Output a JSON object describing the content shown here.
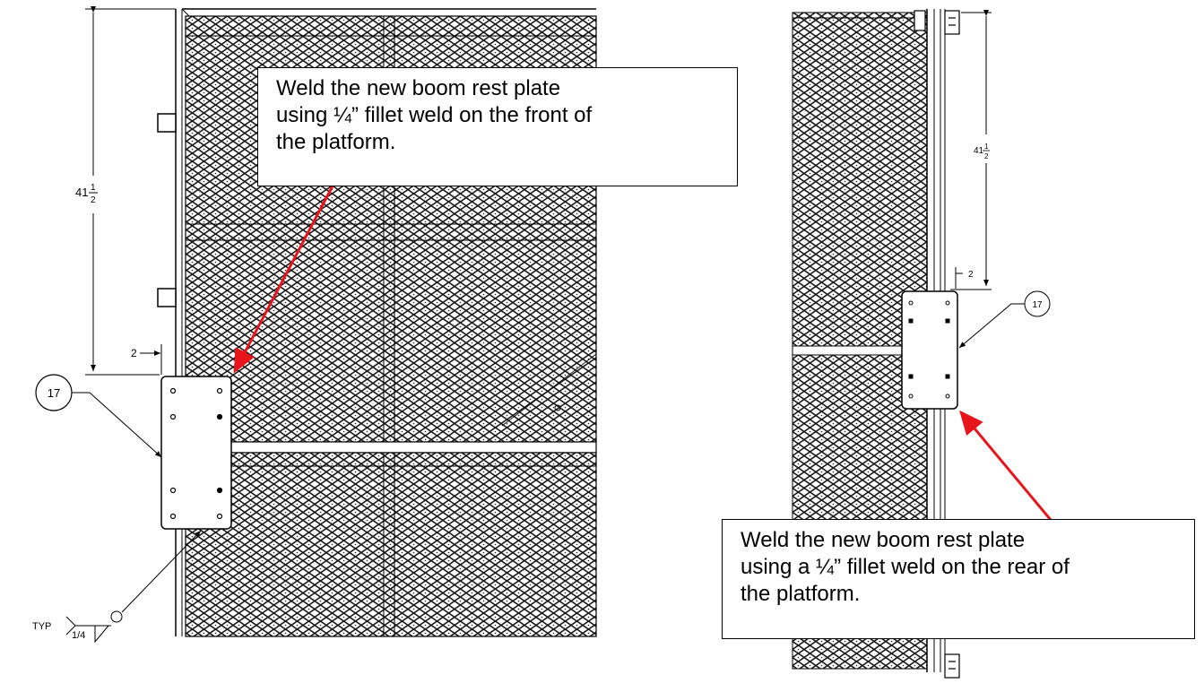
{
  "left_view": {
    "dimension_height": {
      "whole": "41",
      "num": "1",
      "den": "2"
    },
    "dimension_offset": "2",
    "balloon": "17",
    "weld_symbol": {
      "note": "TYP",
      "size": "1/4"
    },
    "callout": {
      "lines": [
        "Weld the new boom rest plate",
        "using ¼” fillet weld on the front of",
        "the platform."
      ]
    }
  },
  "right_view": {
    "dimension_height": {
      "whole": "41",
      "num": "1",
      "den": "2"
    },
    "dimension_offset": "2",
    "balloon": "17",
    "callout": {
      "lines": [
        "Weld the new boom rest plate",
        "using a ¼” fillet weld on the rear of",
        "the platform."
      ]
    }
  },
  "colors": {
    "arrow": "#e8141b",
    "line": "#000000",
    "mesh": "#1a1a1a"
  }
}
